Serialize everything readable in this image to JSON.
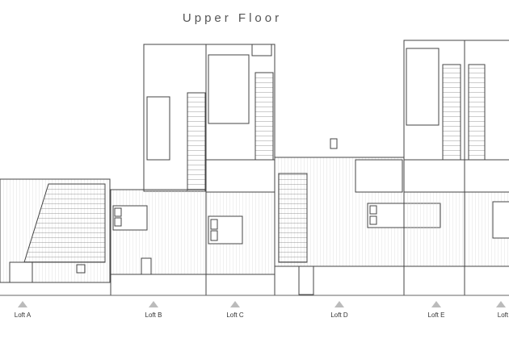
{
  "title": "Upper Floor",
  "lofts": [
    {
      "label": "Loft A"
    },
    {
      "label": "Loft B"
    },
    {
      "label": "Loft C"
    },
    {
      "label": "Loft D"
    },
    {
      "label": "Loft E"
    },
    {
      "label": "Loft F"
    }
  ],
  "colors": {
    "line": "#444444",
    "hatch": "#bbbbbb",
    "marker": "#bbbbbb"
  }
}
